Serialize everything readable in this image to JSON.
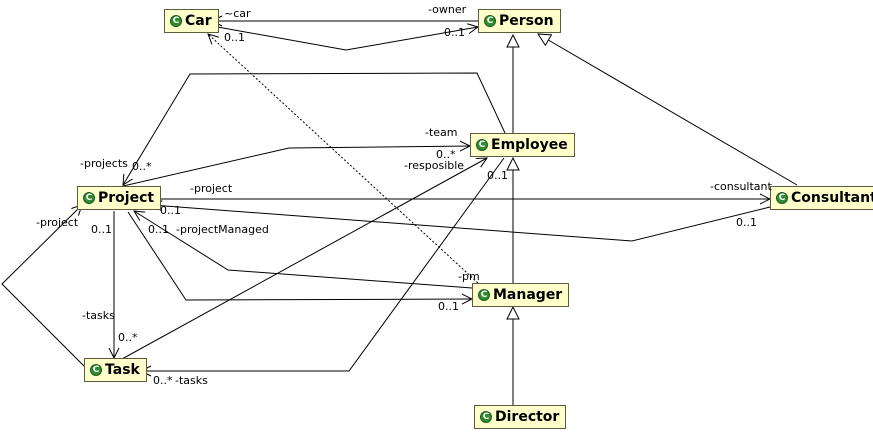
{
  "diagram": {
    "class_icon": "class-c-icon",
    "class_fill": "#ffffcc",
    "class_border": "#5c5c3a",
    "icon_color": "#2f8c2f",
    "classes": {
      "car": {
        "icon": "C",
        "name": "Car"
      },
      "person": {
        "icon": "C",
        "name": "Person"
      },
      "employee": {
        "icon": "C",
        "name": "Employee"
      },
      "project": {
        "icon": "C",
        "name": "Project"
      },
      "consultant": {
        "icon": "C",
        "name": "Consultant"
      },
      "manager": {
        "icon": "C",
        "name": "Manager"
      },
      "task": {
        "icon": "C",
        "name": "Task"
      },
      "director": {
        "icon": "C",
        "name": "Director"
      }
    },
    "labels": {
      "car_role": "~car",
      "owner_role": "-owner",
      "car_mult": "0..1",
      "owner_mult": "0..1",
      "projects_role": "-projects",
      "projects_mult": "0..*",
      "team_role": "-team",
      "team_mult": "0..*",
      "resposible_role": "-resposible",
      "resposible_mult": "0..1",
      "project_role_consultant": "-project",
      "consultant_role": "-consultant",
      "project_mult_consultant": "0..1",
      "consultant_mult": "0..1",
      "project_role_task": "-project",
      "project_mult_task": "0..1",
      "pm_mult_project": "0..1",
      "project_managed_role": "-projectManaged",
      "pm_role": "-pm",
      "pm_mult": "0..1",
      "tasks_role": "-tasks",
      "tasks_mult": "0..*",
      "tasks_mult_employee": "0..*",
      "tasks_role_employee": "-tasks"
    }
  }
}
